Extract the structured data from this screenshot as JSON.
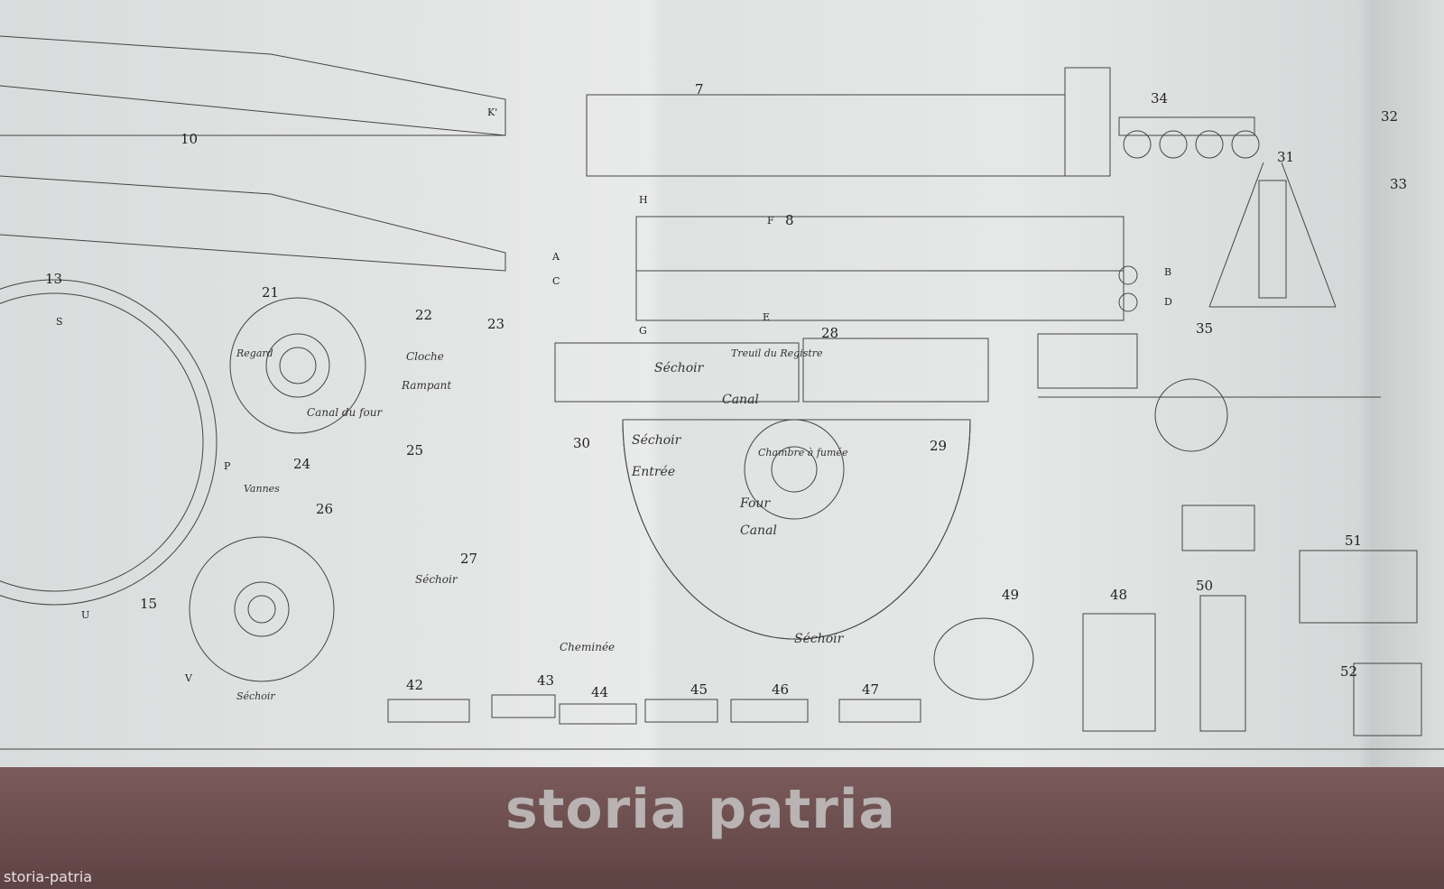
{
  "figure_numbers": [
    "7",
    "8",
    "10",
    "13",
    "15",
    "21",
    "22",
    "23",
    "24",
    "25",
    "26",
    "27",
    "28",
    "29",
    "30",
    "31",
    "32",
    "33",
    "34",
    "35",
    "42",
    "43",
    "44",
    "45",
    "46",
    "47",
    "48",
    "49",
    "50",
    "51",
    "52"
  ],
  "labels": {
    "sechoir": "Séchoir",
    "entree": "Entrée",
    "four": "Four",
    "canal": "Canal",
    "chambre": "Chambre à fumée",
    "cheminee": "Cheminée",
    "canal_du_four": "Canal du four",
    "vannes": "Vannes",
    "regard": "Regard",
    "rampant": "Rampant",
    "cloche": "Cloche",
    "treuil": "Treuil du Registre"
  },
  "axis_letters": [
    "A",
    "B",
    "C",
    "D",
    "E",
    "F",
    "G",
    "H",
    "K'",
    "P",
    "S",
    "U",
    "V"
  ],
  "watermark": "storia patria",
  "corner_watermark": "storia-patria"
}
